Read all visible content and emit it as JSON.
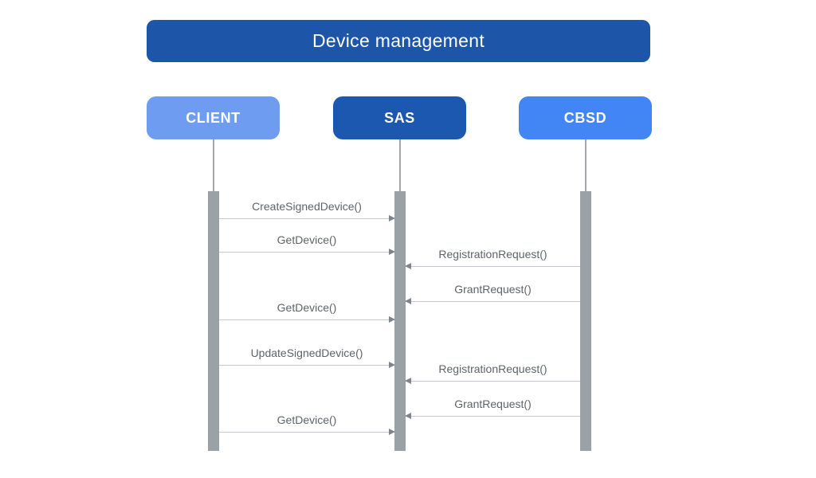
{
  "diagram": {
    "type": "sequence-diagram",
    "title": "Device management",
    "colors": {
      "title_bg": "#1d55a9",
      "client_bg": "#6d9cf1",
      "sas_bg": "#1c58b0",
      "cbsd_bg": "#4285f4",
      "actor_text": "#ffffff",
      "lifeline": "#9aa1a7",
      "activation_bar": "#9aa1a7",
      "arrow_line": "#c5c9cd",
      "arrow_head": "#7d848c",
      "label_text": "#5f6368"
    },
    "actors": [
      {
        "id": "client",
        "label": "CLIENT",
        "color": "#6d9cf1"
      },
      {
        "id": "sas",
        "label": "SAS",
        "color": "#1c58b0"
      },
      {
        "id": "cbsd",
        "label": "CBSD",
        "color": "#4285f4"
      }
    ],
    "messages": [
      {
        "label": "CreateSignedDevice()",
        "from": "client",
        "to": "sas"
      },
      {
        "label": "GetDevice()",
        "from": "client",
        "to": "sas"
      },
      {
        "label": "RegistrationRequest()",
        "from": "cbsd",
        "to": "sas"
      },
      {
        "label": "GrantRequest()",
        "from": "cbsd",
        "to": "sas"
      },
      {
        "label": "GetDevice()",
        "from": "client",
        "to": "sas"
      },
      {
        "label": "UpdateSignedDevice()",
        "from": "client",
        "to": "sas"
      },
      {
        "label": "RegistrationRequest()",
        "from": "cbsd",
        "to": "sas"
      },
      {
        "label": "GrantRequest()",
        "from": "cbsd",
        "to": "sas"
      },
      {
        "label": "GetDevice()",
        "from": "client",
        "to": "sas"
      }
    ]
  }
}
